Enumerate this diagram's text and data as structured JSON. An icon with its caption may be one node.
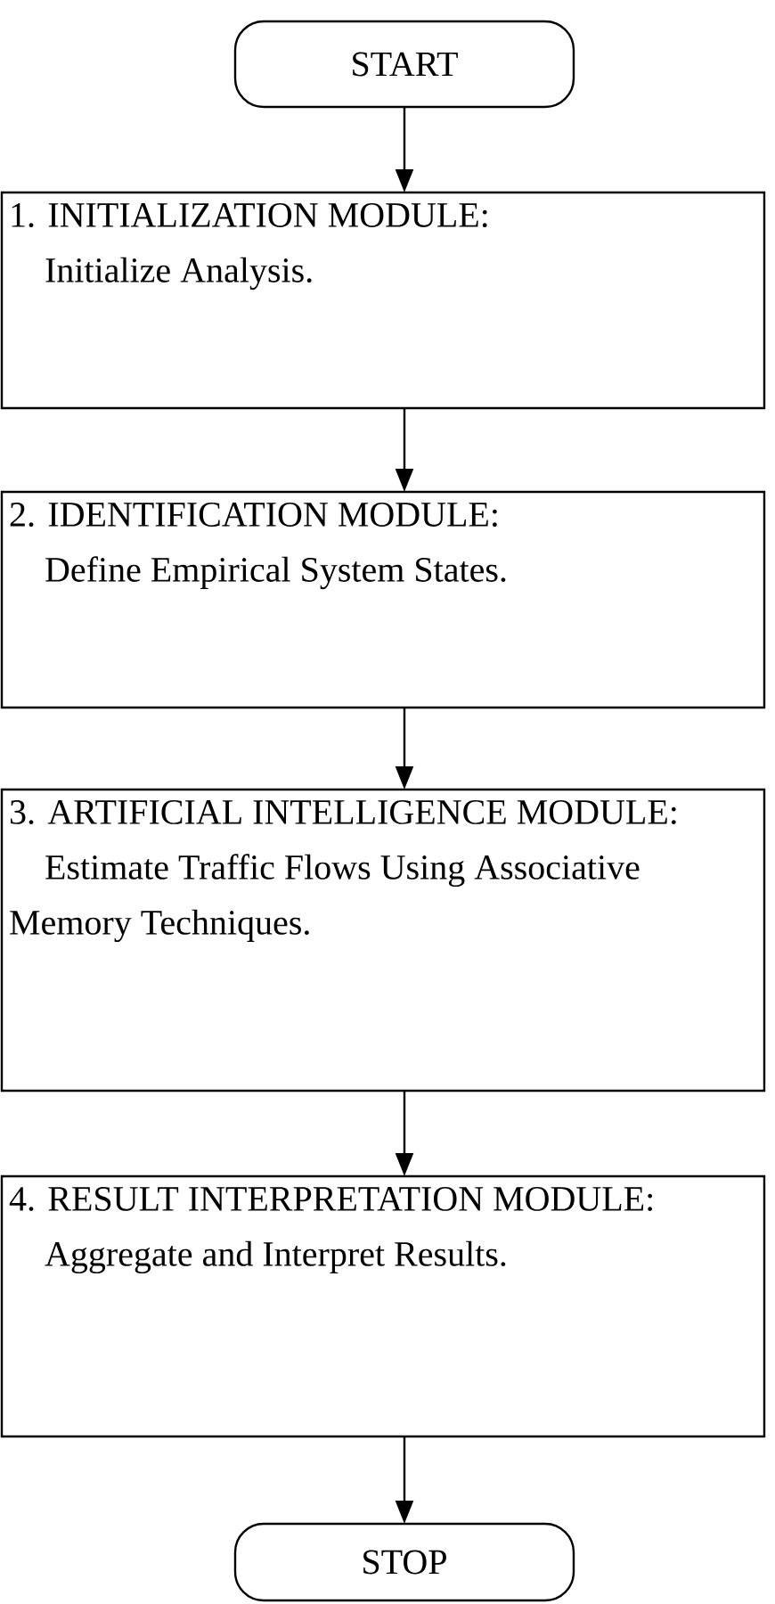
{
  "diagram": {
    "nodes": [
      {
        "text": [
          "START"
        ]
      },
      {
        "text": [
          "1. INITIALIZATION MODULE:",
          "Initialize Analysis."
        ]
      },
      {
        "text": [
          "2. IDENTIFICATION MODULE:",
          "Define Empirical System States."
        ]
      },
      {
        "text": [
          "3. ARTIFICIAL INTELLIGENCE MODULE:",
          "Estimate Traffic Flows Using Associative Memory Techniques."
        ]
      },
      {
        "text": [
          "4. RESULT INTERPRETATION MODULE:",
          "Aggregate and Interpret Results."
        ]
      },
      {
        "text": [
          "STOP"
        ]
      }
    ],
    "edges": [
      {
        "from": 0,
        "to": 1,
        "arrow": "to"
      },
      {
        "from": 1,
        "to": 2,
        "arrow": "to"
      },
      {
        "from": 2,
        "to": 3,
        "arrow": "to"
      },
      {
        "from": 3,
        "to": 4,
        "arrow": "to"
      },
      {
        "from": 4,
        "to": 5,
        "arrow": "to"
      }
    ]
  }
}
